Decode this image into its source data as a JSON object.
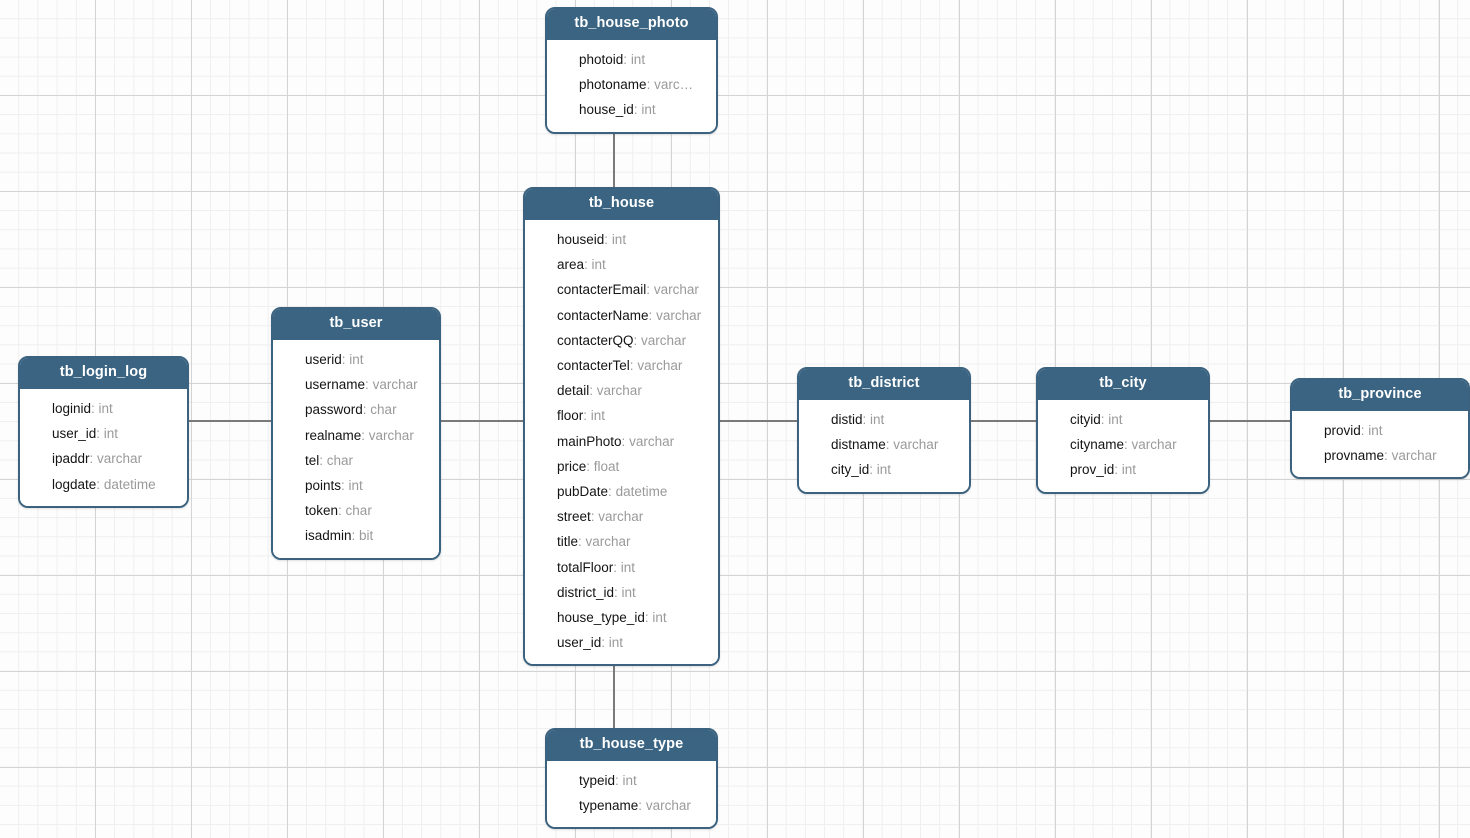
{
  "diagram": {
    "kind": "database-er-diagram",
    "colors": {
      "header_fill": "#3a6482",
      "border": "#3b6380",
      "body_fill": "#ffffff",
      "field_name": "#141414",
      "field_type": "#9a9a9a",
      "connector": "#7a7a7a",
      "grid_minor": "#efefef",
      "grid_major": "#d4d4d4",
      "canvas": "#fdfdfd"
    },
    "entities": [
      {
        "id": "tb_house_photo",
        "name": "tb_house_photo",
        "fields": [
          {
            "name": "photoid",
            "type": "int"
          },
          {
            "name": "photoname",
            "type": "varc…"
          },
          {
            "name": "house_id",
            "type": "int"
          }
        ]
      },
      {
        "id": "tb_house",
        "name": "tb_house",
        "fields": [
          {
            "name": "houseid",
            "type": "int"
          },
          {
            "name": "area",
            "type": "int"
          },
          {
            "name": "contacterEmail",
            "type": "varchar"
          },
          {
            "name": "contacterName",
            "type": "varchar"
          },
          {
            "name": "contacterQQ",
            "type": "varchar"
          },
          {
            "name": "contacterTel",
            "type": "varchar"
          },
          {
            "name": "detail",
            "type": "varchar"
          },
          {
            "name": "floor",
            "type": "int"
          },
          {
            "name": "mainPhoto",
            "type": "varchar"
          },
          {
            "name": "price",
            "type": "float"
          },
          {
            "name": "pubDate",
            "type": "datetime"
          },
          {
            "name": "street",
            "type": "varchar"
          },
          {
            "name": "title",
            "type": "varchar"
          },
          {
            "name": "totalFloor",
            "type": "int"
          },
          {
            "name": "district_id",
            "type": "int"
          },
          {
            "name": "house_type_id",
            "type": "int"
          },
          {
            "name": "user_id",
            "type": "int"
          }
        ]
      },
      {
        "id": "tb_user",
        "name": "tb_user",
        "fields": [
          {
            "name": "userid",
            "type": "int"
          },
          {
            "name": "username",
            "type": "varchar"
          },
          {
            "name": "password",
            "type": "char"
          },
          {
            "name": "realname",
            "type": "varchar"
          },
          {
            "name": "tel",
            "type": "char"
          },
          {
            "name": "points",
            "type": "int"
          },
          {
            "name": "token",
            "type": "char"
          },
          {
            "name": "isadmin",
            "type": "bit"
          }
        ]
      },
      {
        "id": "tb_login_log",
        "name": "tb_login_log",
        "fields": [
          {
            "name": "loginid",
            "type": "int"
          },
          {
            "name": "user_id",
            "type": "int"
          },
          {
            "name": "ipaddr",
            "type": "varchar"
          },
          {
            "name": "logdate",
            "type": "datetime"
          }
        ]
      },
      {
        "id": "tb_district",
        "name": "tb_district",
        "fields": [
          {
            "name": "distid",
            "type": "int"
          },
          {
            "name": "distname",
            "type": "varchar"
          },
          {
            "name": "city_id",
            "type": "int"
          }
        ]
      },
      {
        "id": "tb_city",
        "name": "tb_city",
        "fields": [
          {
            "name": "cityid",
            "type": "int"
          },
          {
            "name": "cityname",
            "type": "varchar"
          },
          {
            "name": "prov_id",
            "type": "int"
          }
        ]
      },
      {
        "id": "tb_province",
        "name": "tb_province",
        "fields": [
          {
            "name": "provid",
            "type": "int"
          },
          {
            "name": "provname",
            "type": "varchar"
          }
        ]
      },
      {
        "id": "tb_house_type",
        "name": "tb_house_type",
        "fields": [
          {
            "name": "typeid",
            "type": "int"
          },
          {
            "name": "typename",
            "type": "varchar"
          }
        ]
      }
    ],
    "relationships": [
      {
        "from": "tb_house_photo",
        "to": "tb_house",
        "orientation": "vertical"
      },
      {
        "from": "tb_house",
        "to": "tb_house_type",
        "orientation": "vertical"
      },
      {
        "from": "tb_login_log",
        "to": "tb_user",
        "orientation": "horizontal"
      },
      {
        "from": "tb_user",
        "to": "tb_house",
        "orientation": "horizontal"
      },
      {
        "from": "tb_house",
        "to": "tb_district",
        "orientation": "horizontal"
      },
      {
        "from": "tb_district",
        "to": "tb_city",
        "orientation": "horizontal"
      },
      {
        "from": "tb_city",
        "to": "tb_province",
        "orientation": "horizontal"
      }
    ]
  }
}
